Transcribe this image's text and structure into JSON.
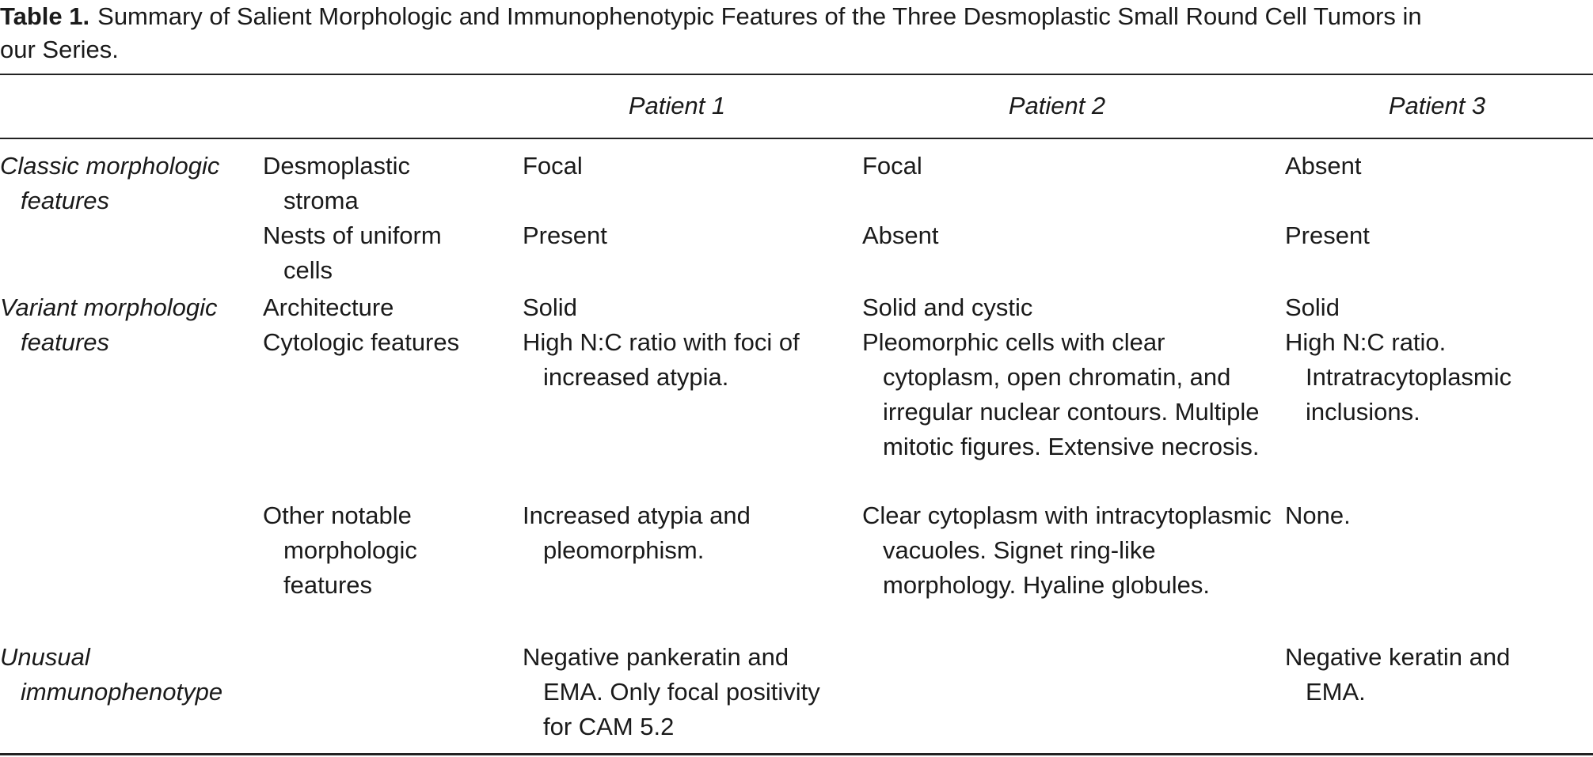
{
  "caption": {
    "label": "Table 1.",
    "text": "Summary of Salient Morphologic and Immunophenotypic Features of the Three Desmoplastic Small Round Cell Tumors in",
    "text_line2": "our Series."
  },
  "table": {
    "headers": [
      "Patient 1",
      "Patient 2",
      "Patient 3"
    ],
    "groups": {
      "classic": "Classic morphologic features",
      "variant": "Variant morphologic features",
      "unusual": "Unusual immunophenotype"
    },
    "rows": [
      {
        "feature": "Desmoplastic stroma",
        "p1": "Focal",
        "p2": "Focal",
        "p3": "Absent"
      },
      {
        "feature": "Nests of uniform cells",
        "p1": "Present",
        "p2": "Absent",
        "p3": "Present"
      },
      {
        "feature": "Architecture",
        "p1": "Solid",
        "p2": "Solid and cystic",
        "p3": "Solid"
      },
      {
        "feature": "Cytologic features",
        "p1": "High N:C ratio with foci of increased atypia.",
        "p2": "Pleomorphic cells with clear cytoplasm, open chromatin, and irregular nuclear contours. Multiple mitotic figures. Extensive necrosis.",
        "p3": "High N:C ratio. Intratracytoplasmic inclusions."
      },
      {
        "feature": "Other notable morphologic features",
        "p1": "Increased atypia and pleomorphism.",
        "p2": "Clear cytoplasm with intracytoplasmic vacuoles. Signet ring-like morphology. Hyaline globules.",
        "p3": "None."
      },
      {
        "feature": "",
        "p1": "Negative pankeratin and EMA. Only focal positivity for CAM 5.2",
        "p2": "",
        "p3": "Negative keratin and EMA."
      }
    ]
  }
}
